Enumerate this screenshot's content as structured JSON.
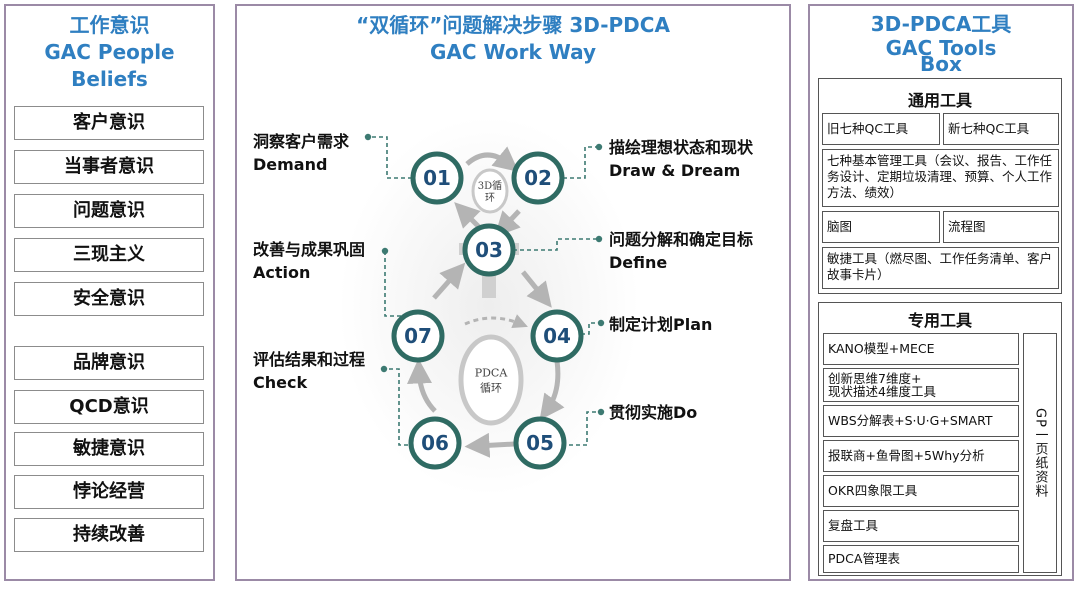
{
  "left": {
    "title_cn": "工作意识",
    "title_en": "GAC People Beliefs",
    "beliefs_group1": [
      "客户意识",
      "当事者意识",
      "问题意识",
      "三现主义",
      "安全意识"
    ],
    "beliefs_group2": [
      "品牌意识",
      "QCD意识",
      "敏捷意识",
      "悖论经营",
      "持续改善"
    ]
  },
  "middle": {
    "title_cn": "“双循环”问题解决步骤 3D-PDCA",
    "title_en": "GAC Work Way",
    "inner_3d": "3D循\n环",
    "inner_pdca": "PDCA\n循环",
    "nodes": [
      "01",
      "02",
      "03",
      "04",
      "05",
      "06",
      "07"
    ],
    "steps": [
      {
        "cn": "洞察客户需求",
        "en": "Demand"
      },
      {
        "cn": "描绘理想状态和现状",
        "en": "Draw & Dream"
      },
      {
        "cn": "问题分解和确定目标",
        "en": "Define"
      },
      {
        "cn": "制定计划Plan",
        "en": ""
      },
      {
        "cn": "贯彻实施Do",
        "en": ""
      },
      {
        "cn": "评估结果和过程",
        "en": "Check"
      },
      {
        "cn": "改善与成果巩固",
        "en": "Action"
      }
    ]
  },
  "right": {
    "title_line1": "3D-PDCA工具",
    "title_line2": "GAC Tools",
    "title_line3": "Box",
    "general": {
      "heading": "通用工具",
      "items": [
        "旧七种QC工具",
        "新七种QC工具",
        "七种基本管理工具（会议、报告、工作任务设计、定期垃圾清理、预算、个人工作方法、绩效）",
        "脑图",
        "流程图",
        "敏捷工具（燃尽图、工作任务清单、客户故事卡片）"
      ]
    },
    "special": {
      "heading": "专用工具",
      "items": [
        "KANO模型+MECE",
        "创新思维7维度+\n现状描述4维度工具",
        "WBS分解表+S·U·G+SMART",
        "报联商+鱼骨图+5Why分析",
        "OKR四象限工具",
        "复盘工具",
        "PDCA管理表"
      ],
      "vertical": "GP一页纸资料"
    }
  },
  "colors": {
    "title_blue": "#2f7fc1",
    "node_ring": "#2f6b63",
    "node_text": "#1f4e79",
    "connector": "#3d7a72",
    "panel_border": "#9b8aa6"
  }
}
